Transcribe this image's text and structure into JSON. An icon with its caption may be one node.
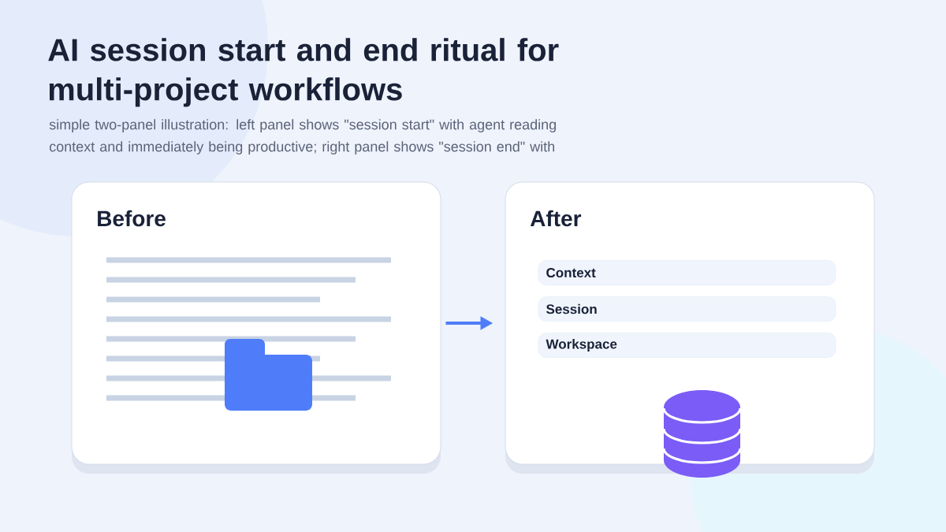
{
  "diagram": {
    "title": "AI session start and end ritual for multi-project workflows",
    "nodes": [
      {
        "text": [
          "Before"
        ]
      },
      {
        "text": [
          "After"
        ]
      },
      {
        "text": [
          "Context"
        ],
        "in": 1
      },
      {
        "text": [
          "Session"
        ],
        "in": 1
      },
      {
        "text": [
          "Workspace"
        ],
        "in": 1
      }
    ],
    "edges": [
      {
        "from": 0,
        "to": 1,
        "arrow": "to"
      }
    ],
    "labels": [
      "simple two-panel illustration: left panel shows \"session start\" with agent reading context and immediately being productive; right panel shows \"session end\" with"
    ]
  }
}
